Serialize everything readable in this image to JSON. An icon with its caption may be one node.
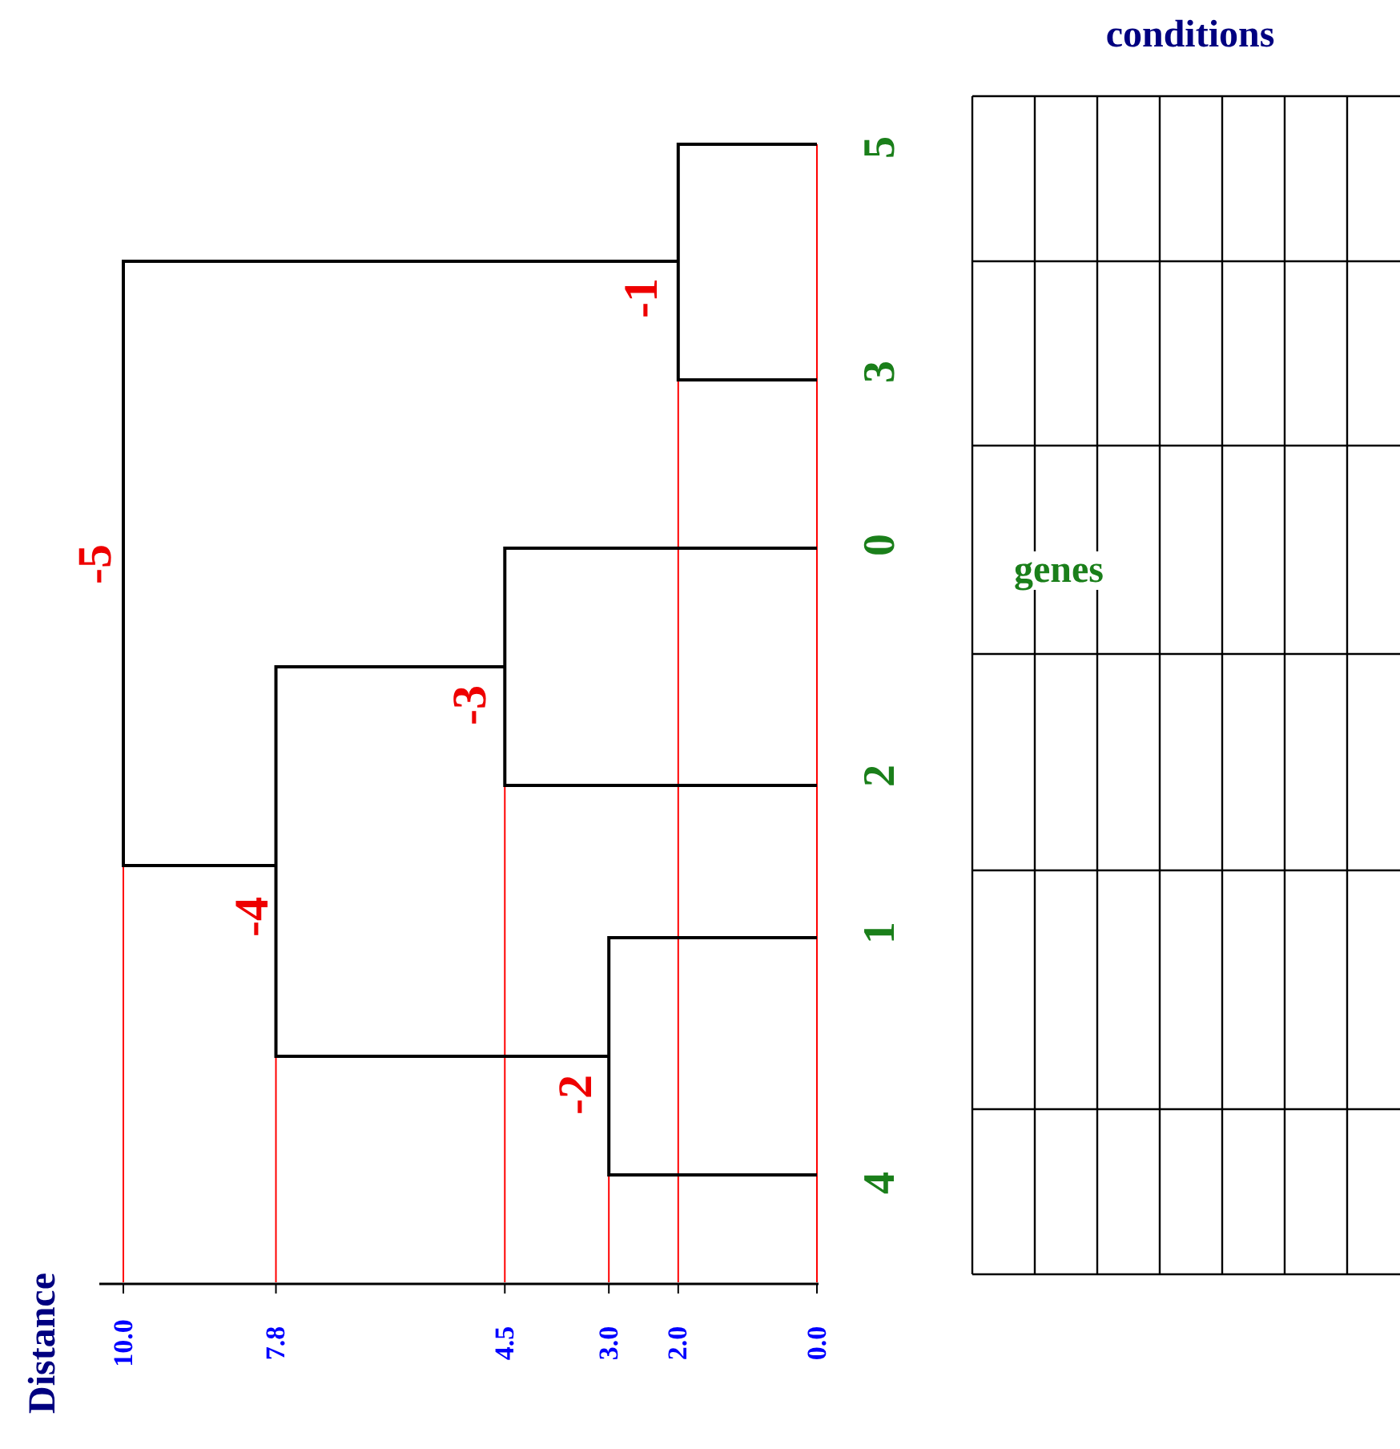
{
  "diagram": {
    "nodes": [
      {
        "text": [
          "5"
        ]
      },
      {
        "text": [
          "-1"
        ]
      },
      {
        "text": [
          "3"
        ]
      },
      {
        "text": [
          "-5"
        ]
      },
      {
        "text": [
          "0"
        ]
      },
      {
        "text": [
          "-3"
        ]
      },
      {
        "text": [
          "2"
        ]
      },
      {
        "text": [
          "-4"
        ]
      },
      {
        "text": [
          "1"
        ]
      },
      {
        "text": [
          "-2"
        ]
      },
      {
        "text": [
          "4"
        ]
      }
    ],
    "edges": [
      {
        "from": 1,
        "to": 0,
        "arrow": "none"
      },
      {
        "from": 1,
        "to": 2,
        "arrow": "none"
      },
      {
        "from": 3,
        "to": 1,
        "arrow": "none"
      },
      {
        "from": 3,
        "to": 7,
        "arrow": "none"
      },
      {
        "from": 5,
        "to": 4,
        "arrow": "none"
      },
      {
        "from": 5,
        "to": 6,
        "arrow": "none"
      },
      {
        "from": 7,
        "to": 5,
        "arrow": "none"
      },
      {
        "from": 7,
        "to": 9,
        "arrow": "none"
      },
      {
        "from": 9,
        "to": 8,
        "arrow": "none"
      },
      {
        "from": 9,
        "to": 10,
        "arrow": "none"
      }
    ],
    "labels": [
      "conditions",
      "genes",
      "Distance",
      "10.0",
      "7.8",
      "4.5",
      "3.0",
      "2.0",
      "0.0"
    ]
  }
}
